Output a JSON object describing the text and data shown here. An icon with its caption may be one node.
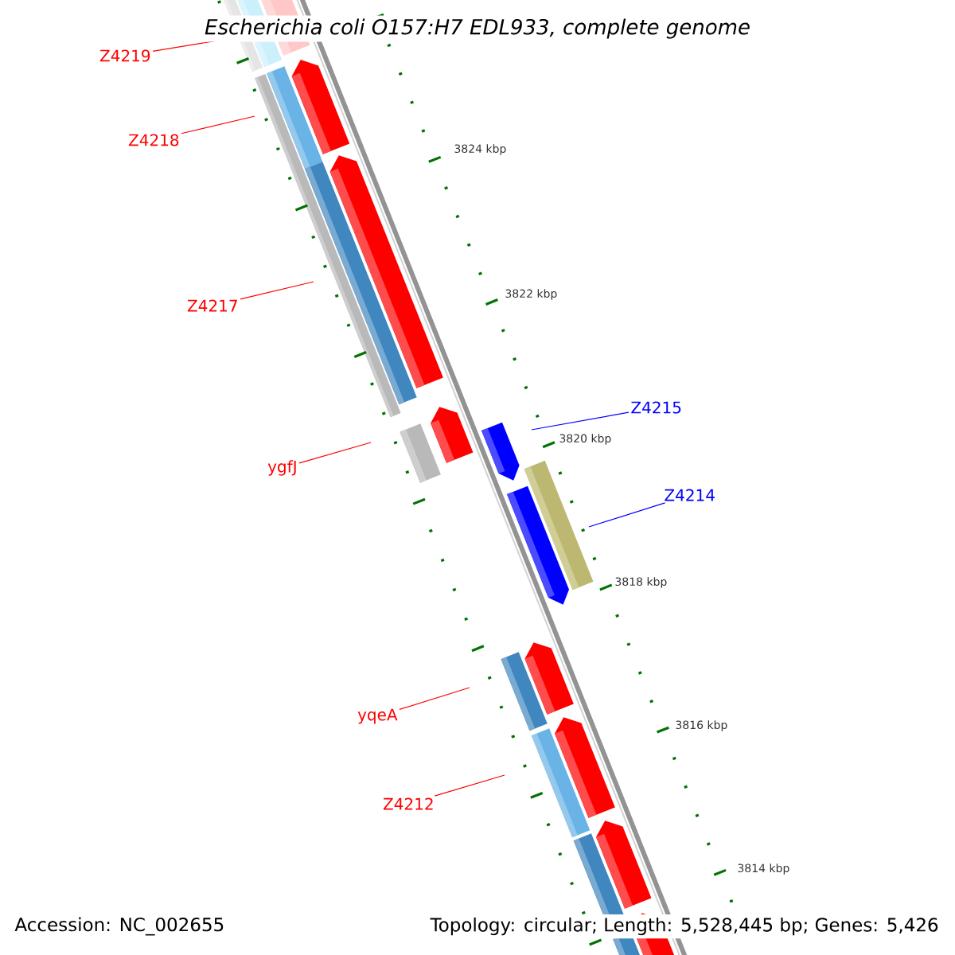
{
  "diagram": {
    "title": "*Escherichia coli* O157:H7 EDL933, complete genome",
    "nodes": [
      {
        "text": [
          "Z4219"
        ]
      },
      {
        "text": [
          "Z4218"
        ]
      },
      {
        "text": [
          "Z4217"
        ]
      },
      {
        "text": [
          "ygfJ"
        ]
      },
      {
        "text": [
          "Z4215"
        ]
      },
      {
        "text": [
          "Z4214"
        ]
      },
      {
        "text": [
          "yqeA"
        ]
      },
      {
        "text": [
          "Z4212"
        ]
      }
    ],
    "edges": [
      {
        "from": 0,
        "to": null,
        "arrow": "none"
      },
      {
        "from": 1,
        "to": null,
        "arrow": "none"
      },
      {
        "from": 2,
        "to": null,
        "arrow": "none"
      },
      {
        "from": 3,
        "to": null,
        "arrow": "none"
      },
      {
        "from": 4,
        "to": null,
        "arrow": "none",
        "color": "#0000ff"
      },
      {
        "from": 5,
        "to": null,
        "arrow": "none",
        "color": "#0000ff"
      },
      {
        "from": 6,
        "to": null,
        "arrow": "none"
      },
      {
        "from": 7,
        "to": null,
        "arrow": "none"
      }
    ],
    "labels": [
      "3824 kbp",
      "3822 kbp",
      "3820 kbp",
      "3818 kbp",
      "3816 kbp",
      "3814 kbp",
      "Accession: NC_002655",
      "Topology: circular; Length: 5,528,445 bp; Genes: 5,426"
    ]
  }
}
